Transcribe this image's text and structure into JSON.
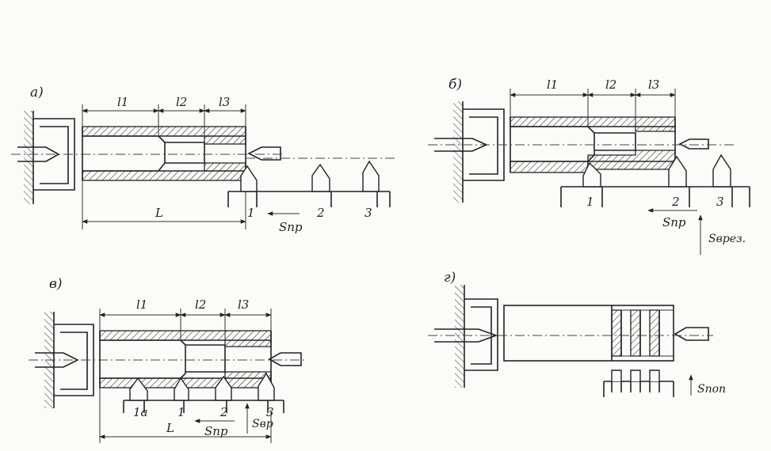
{
  "panels": {
    "a": {
      "tag": "а)",
      "dims": [
        "l1",
        "l2",
        "l3"
      ],
      "total": "L",
      "positions": [
        "1",
        "2",
        "3"
      ],
      "feed": "Sпр"
    },
    "b": {
      "tag": "б)",
      "dims": [
        "l1",
        "l2",
        "l3"
      ],
      "positions": [
        "1",
        "2",
        "3"
      ],
      "feed": "Sпр",
      "feed2": "Sврез."
    },
    "c": {
      "tag": "в)",
      "dims": [
        "l1",
        "l2",
        "l3"
      ],
      "total": "L",
      "positions": [
        "1а",
        "1",
        "2",
        "3"
      ],
      "feed": "Sпр",
      "feed2": "Sвр"
    },
    "d": {
      "tag": "г)",
      "feed": "Sпоп"
    }
  }
}
